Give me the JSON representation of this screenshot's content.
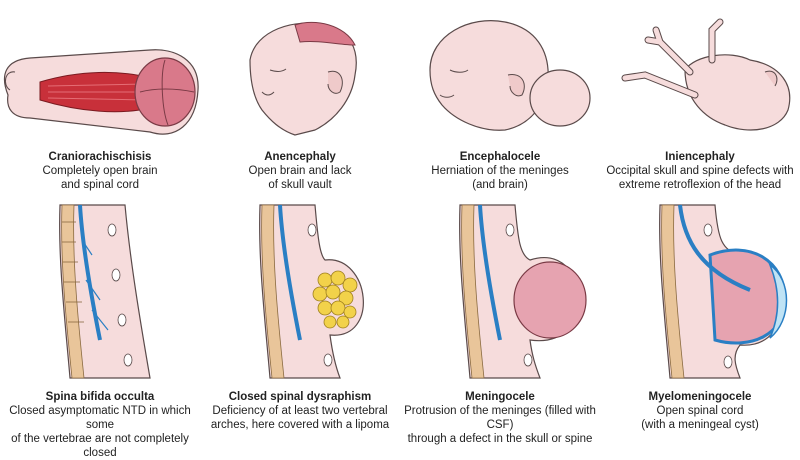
{
  "panels": [
    {
      "title": "Craniorachischisis",
      "lines": [
        "Completely open brain",
        "and spinal cord"
      ],
      "figure": "open-brain-spinal-cord-figure"
    },
    {
      "title": "Anencephaly",
      "lines": [
        "Open brain and lack",
        "of skull vault"
      ],
      "figure": "anencephaly-head-figure"
    },
    {
      "title": "Encephalocele",
      "lines": [
        "Herniation of the meninges",
        "(and brain)"
      ],
      "figure": "encephalocele-head-figure"
    },
    {
      "title": "Iniencephaly",
      "lines": [
        "Occipital skull and spine defects with",
        "extreme retroflexion of the head"
      ],
      "figure": "iniencephaly-body-figure"
    },
    {
      "title": "Spina bifida occulta",
      "lines": [
        "Closed asymptomatic NTD in which some",
        "of the vertebrae are not completely closed"
      ],
      "figure": "spine-occulta-figure"
    },
    {
      "title": "Closed spinal dysraphism",
      "lines": [
        "Deficiency of at least two vertebral",
        "arches, here covered with a lipoma"
      ],
      "figure": "spine-lipoma-figure"
    },
    {
      "title": "Meningocele",
      "lines": [
        "Protrusion of the meninges (filled with CSF)",
        "through a defect in the skull or spine"
      ],
      "figure": "spine-meningocele-figure"
    },
    {
      "title": "Myelomeningocele",
      "lines": [
        "Open spinal cord",
        "(with a meningeal cyst)"
      ],
      "figure": "spine-myelomeningocele-figure"
    }
  ],
  "colors": {
    "skin": "#f6dcdc",
    "skin_outline": "#5a4a4a",
    "muscle": "#c8303a",
    "brain": "#d9798a",
    "vertebra": "#e9c59a",
    "nerve": "#2a7fc4",
    "lipoma": "#f2d24a",
    "sac": "#e6a3b0"
  }
}
